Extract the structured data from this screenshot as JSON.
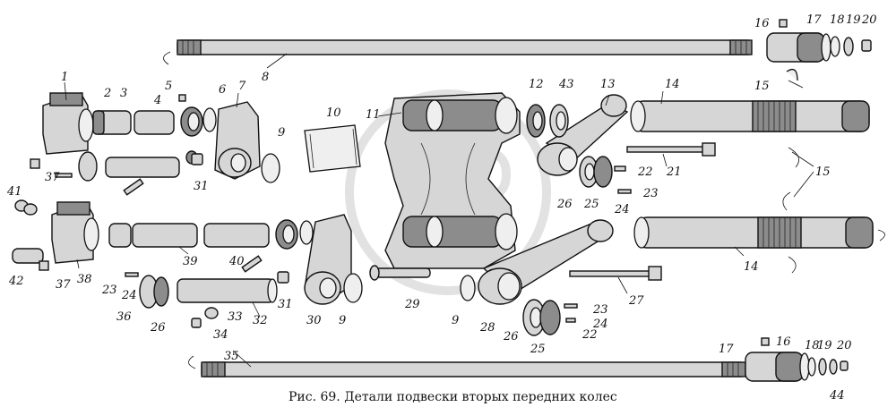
{
  "caption": "Рис. 69. Детали подвески вторых передних колес",
  "labels": {
    "l1": "1",
    "l2": "2",
    "l3": "3",
    "l4": "4",
    "l5": "5",
    "l6": "6",
    "l7": "7",
    "l8": "8",
    "l9a": "9",
    "l9b": "9",
    "l9c": "9",
    "l10": "10",
    "l11": "11",
    "l12": "12",
    "l13": "13",
    "l14a": "14",
    "l14b": "14",
    "l15a": "15",
    "l15b": "15",
    "l16a": "16",
    "l16b": "16",
    "l17a": "17",
    "l17b": "17",
    "l18a": "18",
    "l18b": "18",
    "l19a": "19",
    "l19b": "19",
    "l20a": "20",
    "l20b": "20",
    "l21": "21",
    "l22a": "22",
    "l22b": "22",
    "l23a": "23",
    "l23b": "23",
    "l23c": "23",
    "l24a": "24",
    "l24b": "24",
    "l24c": "24",
    "l25a": "25",
    "l25b": "25",
    "l26a": "26",
    "l26b": "26",
    "l26c": "26",
    "l27": "27",
    "l28": "28",
    "l29": "29",
    "l30": "30",
    "l31a": "31",
    "l31b": "31",
    "l32": "32",
    "l33": "33",
    "l34": "34",
    "l35": "35",
    "l36": "36",
    "l37a": "37",
    "l37b": "37",
    "l38": "38",
    "l39": "39",
    "l40": "40",
    "l41": "41",
    "l42": "42",
    "l43": "43",
    "l44": "44"
  }
}
